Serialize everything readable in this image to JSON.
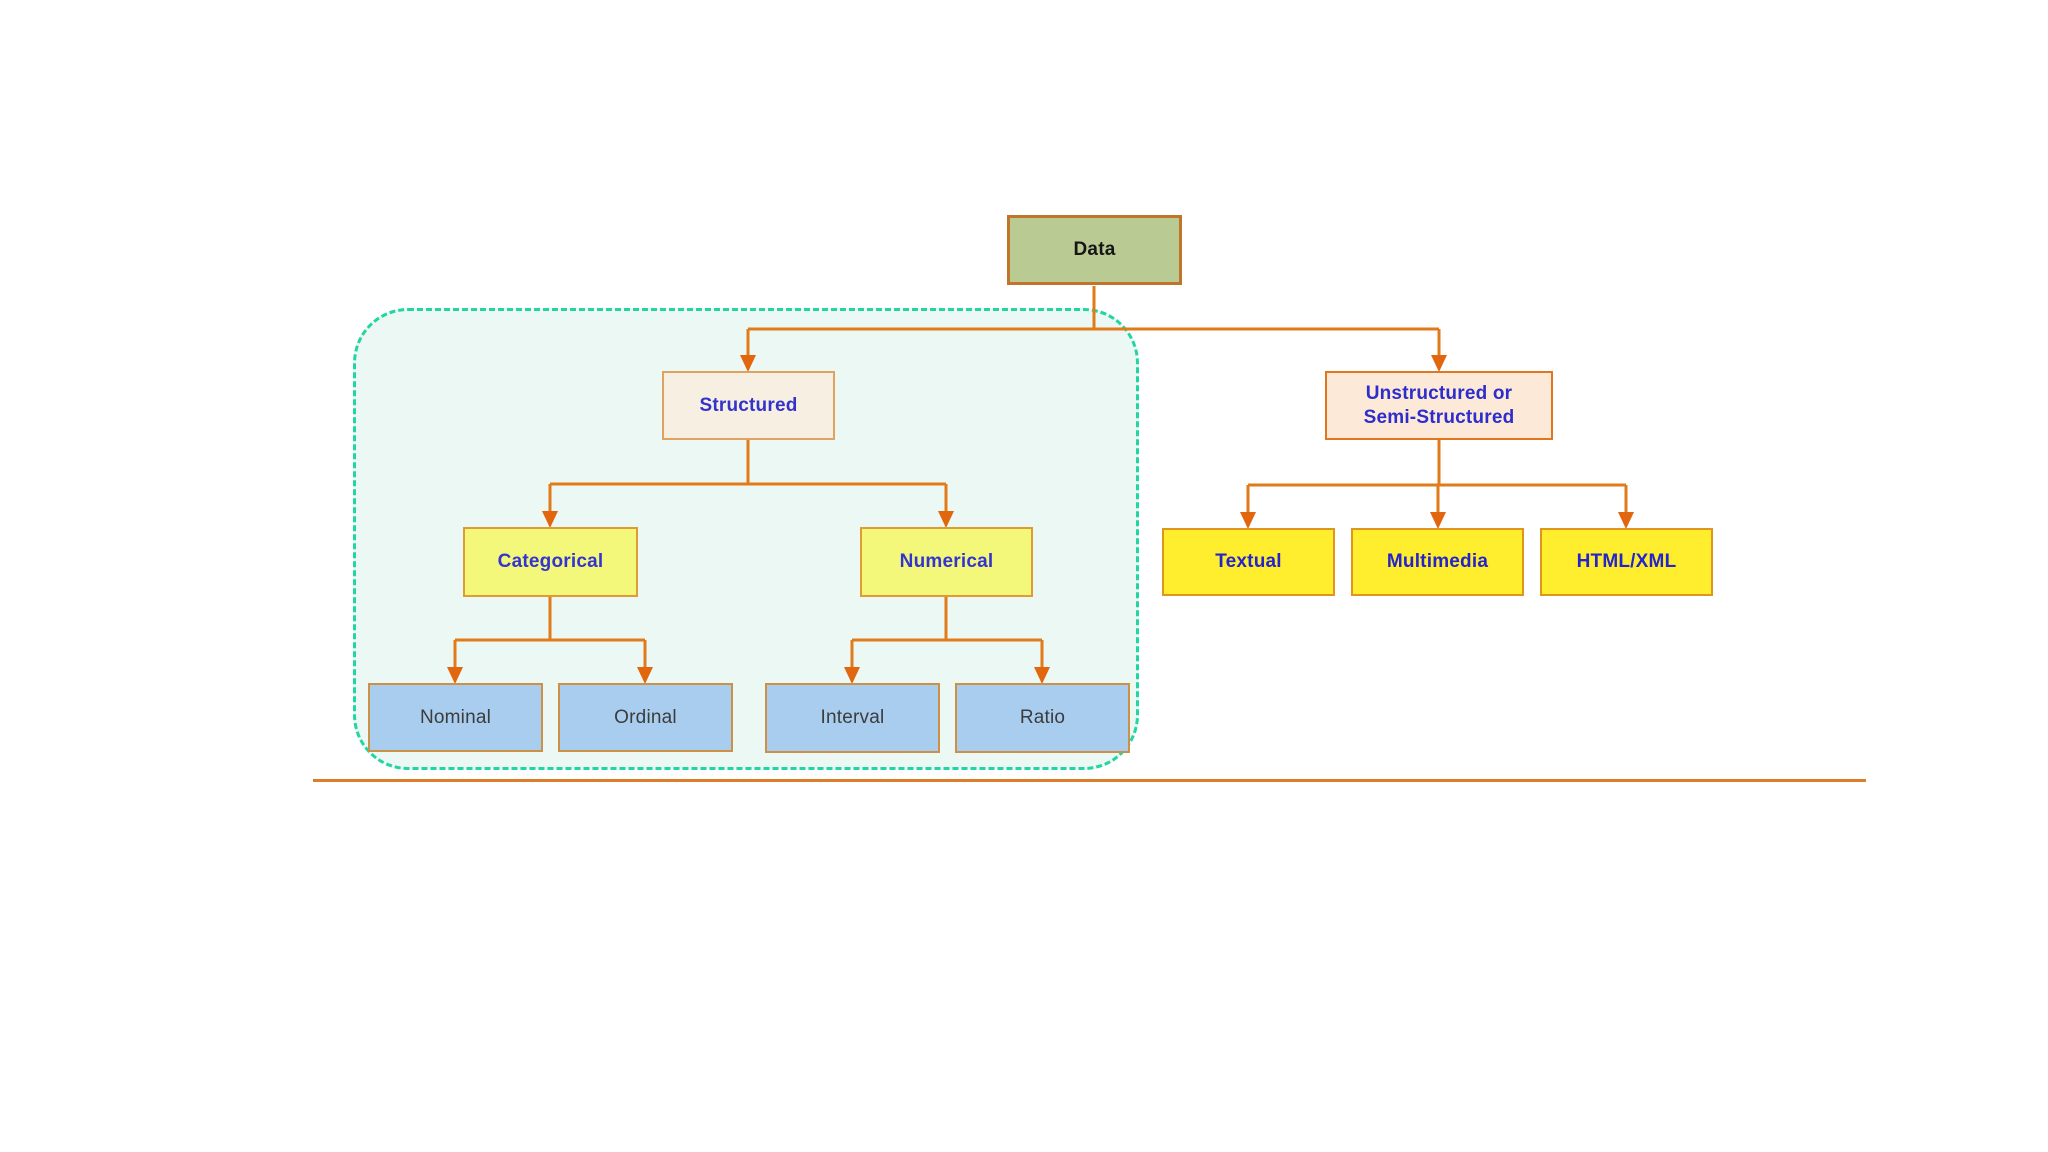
{
  "canvas": {
    "background": "#ffffff"
  },
  "diagram": {
    "nodes": {
      "data": {
        "label": "Data",
        "fill": "#b9cb93",
        "border": "#c0752b",
        "text_color": "#161616"
      },
      "structured": {
        "label": "Structured",
        "fill": "#f7f0e2",
        "border": "#e2a25f",
        "text_color": "#3333cc"
      },
      "unstructured": {
        "label_line1": "Unstructured or",
        "label_line2": "Semi-Structured",
        "fill": "#fce9d8",
        "border": "#e0761e",
        "text_color": "#2d2dcc"
      },
      "categorical": {
        "label": "Categorical",
        "fill": "#f3f87b",
        "border": "#de9c33",
        "text_color": "#3434cf"
      },
      "numerical": {
        "label": "Numerical",
        "fill": "#f3f87b",
        "border": "#de9c33",
        "text_color": "#3434cf"
      },
      "nominal": {
        "label": "Nominal",
        "fill": "#a9cdee",
        "border": "#cd9145",
        "text_color": "#3c3c3c"
      },
      "ordinal": {
        "label": "Ordinal",
        "fill": "#a9cdee",
        "border": "#cd9145",
        "text_color": "#3c3c3c"
      },
      "interval": {
        "label": "Interval",
        "fill": "#a9cdee",
        "border": "#cd9145",
        "text_color": "#3c3c3c"
      },
      "ratio": {
        "label": "Ratio",
        "fill": "#a9cdee",
        "border": "#cd9145",
        "text_color": "#3c3c3c"
      },
      "textual": {
        "label": "Textual",
        "fill": "#ffee2d",
        "border": "#e0961e",
        "text_color": "#2424cc"
      },
      "multimedia": {
        "label": "Multimedia",
        "fill": "#ffee2d",
        "border": "#e0961e",
        "text_color": "#2424cc"
      },
      "htmlxml": {
        "label": "HTML/XML",
        "fill": "#ffee2d",
        "border": "#e0961e",
        "text_color": "#2424cc"
      }
    },
    "edges": [
      [
        "Data",
        "Structured"
      ],
      [
        "Data",
        "Unstructured or Semi-Structured"
      ],
      [
        "Structured",
        "Categorical"
      ],
      [
        "Structured",
        "Numerical"
      ],
      [
        "Categorical",
        "Nominal"
      ],
      [
        "Categorical",
        "Ordinal"
      ],
      [
        "Numerical",
        "Interval"
      ],
      [
        "Numerical",
        "Ratio"
      ],
      [
        "Unstructured or Semi-Structured",
        "Textual"
      ],
      [
        "Unstructured or Semi-Structured",
        "Multimedia"
      ],
      [
        "Unstructured or Semi-Structured",
        "HTML/XML"
      ]
    ],
    "group_highlight": {
      "style": "dashed rounded rectangle",
      "border_color": "#23d5a1",
      "fill": "#ecf8f4",
      "contains": [
        "Structured",
        "Categorical",
        "Numerical",
        "Nominal",
        "Ordinal",
        "Interval",
        "Ratio"
      ]
    },
    "connector_color": "#e17a18",
    "arrow_color": "#e1660e",
    "divider_color": "#dc7e27"
  }
}
